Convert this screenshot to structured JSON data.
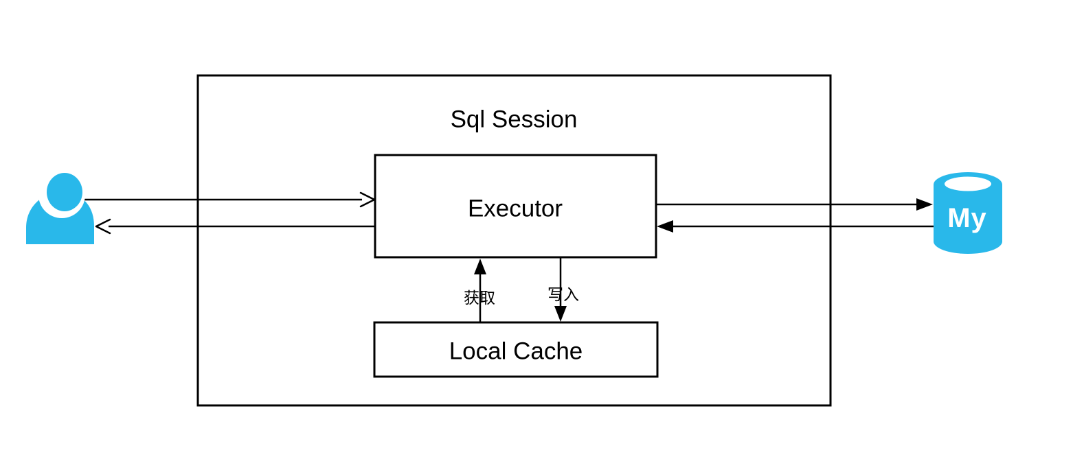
{
  "diagram": {
    "sql_session": {
      "label": "Sql Session"
    },
    "executor": {
      "label": "Executor"
    },
    "local_cache": {
      "label": "Local Cache"
    },
    "arrows": {
      "fetch_label": "获取",
      "write_label": "写入"
    },
    "user_icon": {
      "name": "user-icon"
    },
    "mysql": {
      "name": "mysql-database-icon",
      "label": "My"
    },
    "colors": {
      "accent": "#29B8EA",
      "line": "#000000",
      "background": "#FFFFFF"
    }
  }
}
